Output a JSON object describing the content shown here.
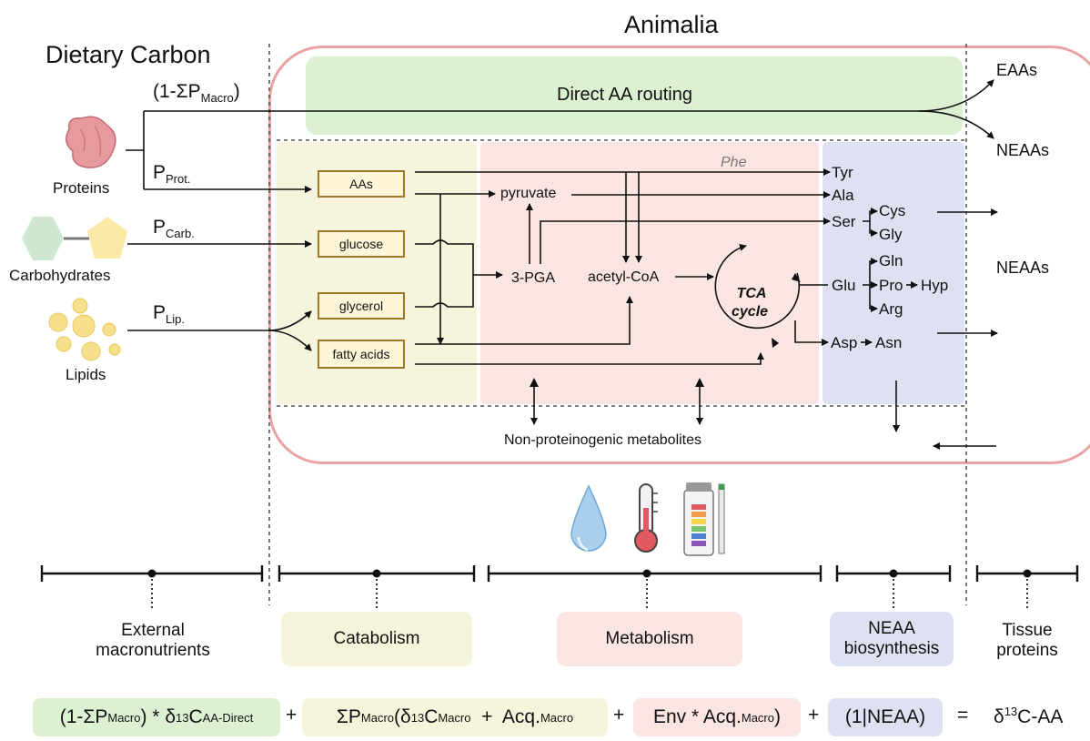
{
  "title": "Animalia",
  "dietary_carbon": "Dietary Carbon",
  "diet": {
    "proteins": "Proteins",
    "carbohydrates": "Carbohydrates",
    "lipids": "Lipids",
    "direct_fraction": "(1-ΣP",
    "direct_fraction_sub": "Macro",
    "direct_fraction_end": ")",
    "p": "P",
    "p_prot_sub": "Prot.",
    "p_carb_sub": "Carb.",
    "p_lip_sub": "Lip."
  },
  "direct_route": "Direct AA routing",
  "outputs": {
    "eaas": "EAAs",
    "neaas_top": "NEAAs",
    "neaas_mid": "NEAAs"
  },
  "catabolism_boxes": [
    "AAs",
    "glucose",
    "glycerol",
    "fatty acids"
  ],
  "metabolism": {
    "phe": "Phe",
    "pyruvate": "pyruvate",
    "pga": "3-PGA",
    "acetyl": "acetyl-CoA",
    "tca_line1": "TCA",
    "tca_line2": "cycle"
  },
  "amino_acids": {
    "tyr": "Tyr",
    "ala": "Ala",
    "ser": "Ser",
    "cys": "Cys",
    "gly": "Gly",
    "gln": "Gln",
    "glu": "Glu",
    "pro": "Pro",
    "hyp": "Hyp",
    "arg": "Arg",
    "asp": "Asp",
    "asn": "Asn"
  },
  "non_proteinogenic": "Non-proteinogenic metabolites",
  "icons": [
    "water-drop-icon",
    "thermometer-icon",
    "ph-strip-icon"
  ],
  "stages": {
    "external": "External\nmacronutrients",
    "catabolism": "Catabolism",
    "metabolism": "Metabolism",
    "neaa": "NEAA\nbiosynthesis",
    "tissue": "Tissue\nproteins"
  },
  "equation": {
    "term1_a": "(1-ΣP",
    "term1_sub1": "Macro",
    "term1_b": ") * δ",
    "term1_sup": "13",
    "term1_c": "C",
    "term1_sub2": "AA-Direct",
    "plus": "+",
    "term2_a": "ΣP",
    "term2_sub1": "Macro",
    "term2_b": "(δ",
    "term2_sup": "13",
    "term2_c": "C",
    "term2_sub2": "Macro",
    "term2_d": "  +  Acq.",
    "term2_sub3": "Macro",
    "term3_a": "Env * Acq.",
    "term3_sub": "Macro",
    "term3_b": ")",
    "term4": "(1|NEAA)",
    "equals": "=",
    "result_a": "δ",
    "result_sup": "13",
    "result_b": "C-AA"
  },
  "colors": {
    "direct": "#dcf1d2",
    "catabolism": "#f6f4da",
    "metabolism": "#fbe5e3",
    "neaa": "#dde1f1",
    "cell_border": "#e9a3a3"
  }
}
